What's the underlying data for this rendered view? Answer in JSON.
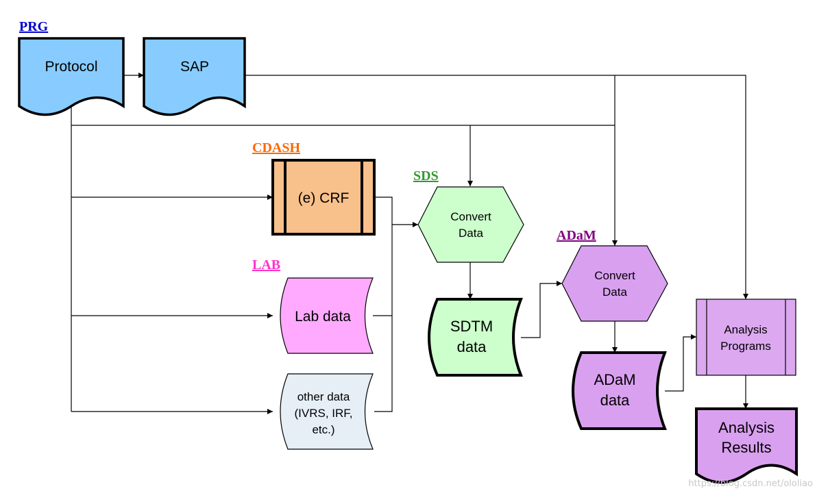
{
  "labels": {
    "prg": "PRG",
    "cdash": "CDASH",
    "sds": "SDS",
    "lab": "LAB",
    "adam": "ADaM"
  },
  "nodes": {
    "protocol": "Protocol",
    "sap": "SAP",
    "crf": "(e) CRF",
    "lab_data": "Lab data",
    "other_data": [
      "other data",
      "(IVRS, IRF,",
      "etc.)"
    ],
    "convert_sds": [
      "Convert",
      "Data"
    ],
    "sdtm": [
      "SDTM",
      "data"
    ],
    "convert_adam": [
      "Convert",
      "Data"
    ],
    "adam_data": [
      "ADaM",
      "data"
    ],
    "analysis_programs": [
      "Analysis",
      "Programs"
    ],
    "analysis_results": [
      "Analysis",
      "Results"
    ]
  },
  "watermark": "https://blog.csdn.net/ololiao",
  "colors": {
    "prg_label": "#0000cc",
    "cdash_label": "#ff6600",
    "sds_label": "#339933",
    "lab_label": "#ff33cc",
    "adam_label": "#800080",
    "protocol_fill": "#88ccff",
    "crf_fill": "#f8c08a",
    "lab_fill": "#ffaaff",
    "other_fill": "#e6eef6",
    "sds_fill": "#ccffcc",
    "adam_fill": "#d9a0f0",
    "analysis_fill": "#dca8f0"
  }
}
